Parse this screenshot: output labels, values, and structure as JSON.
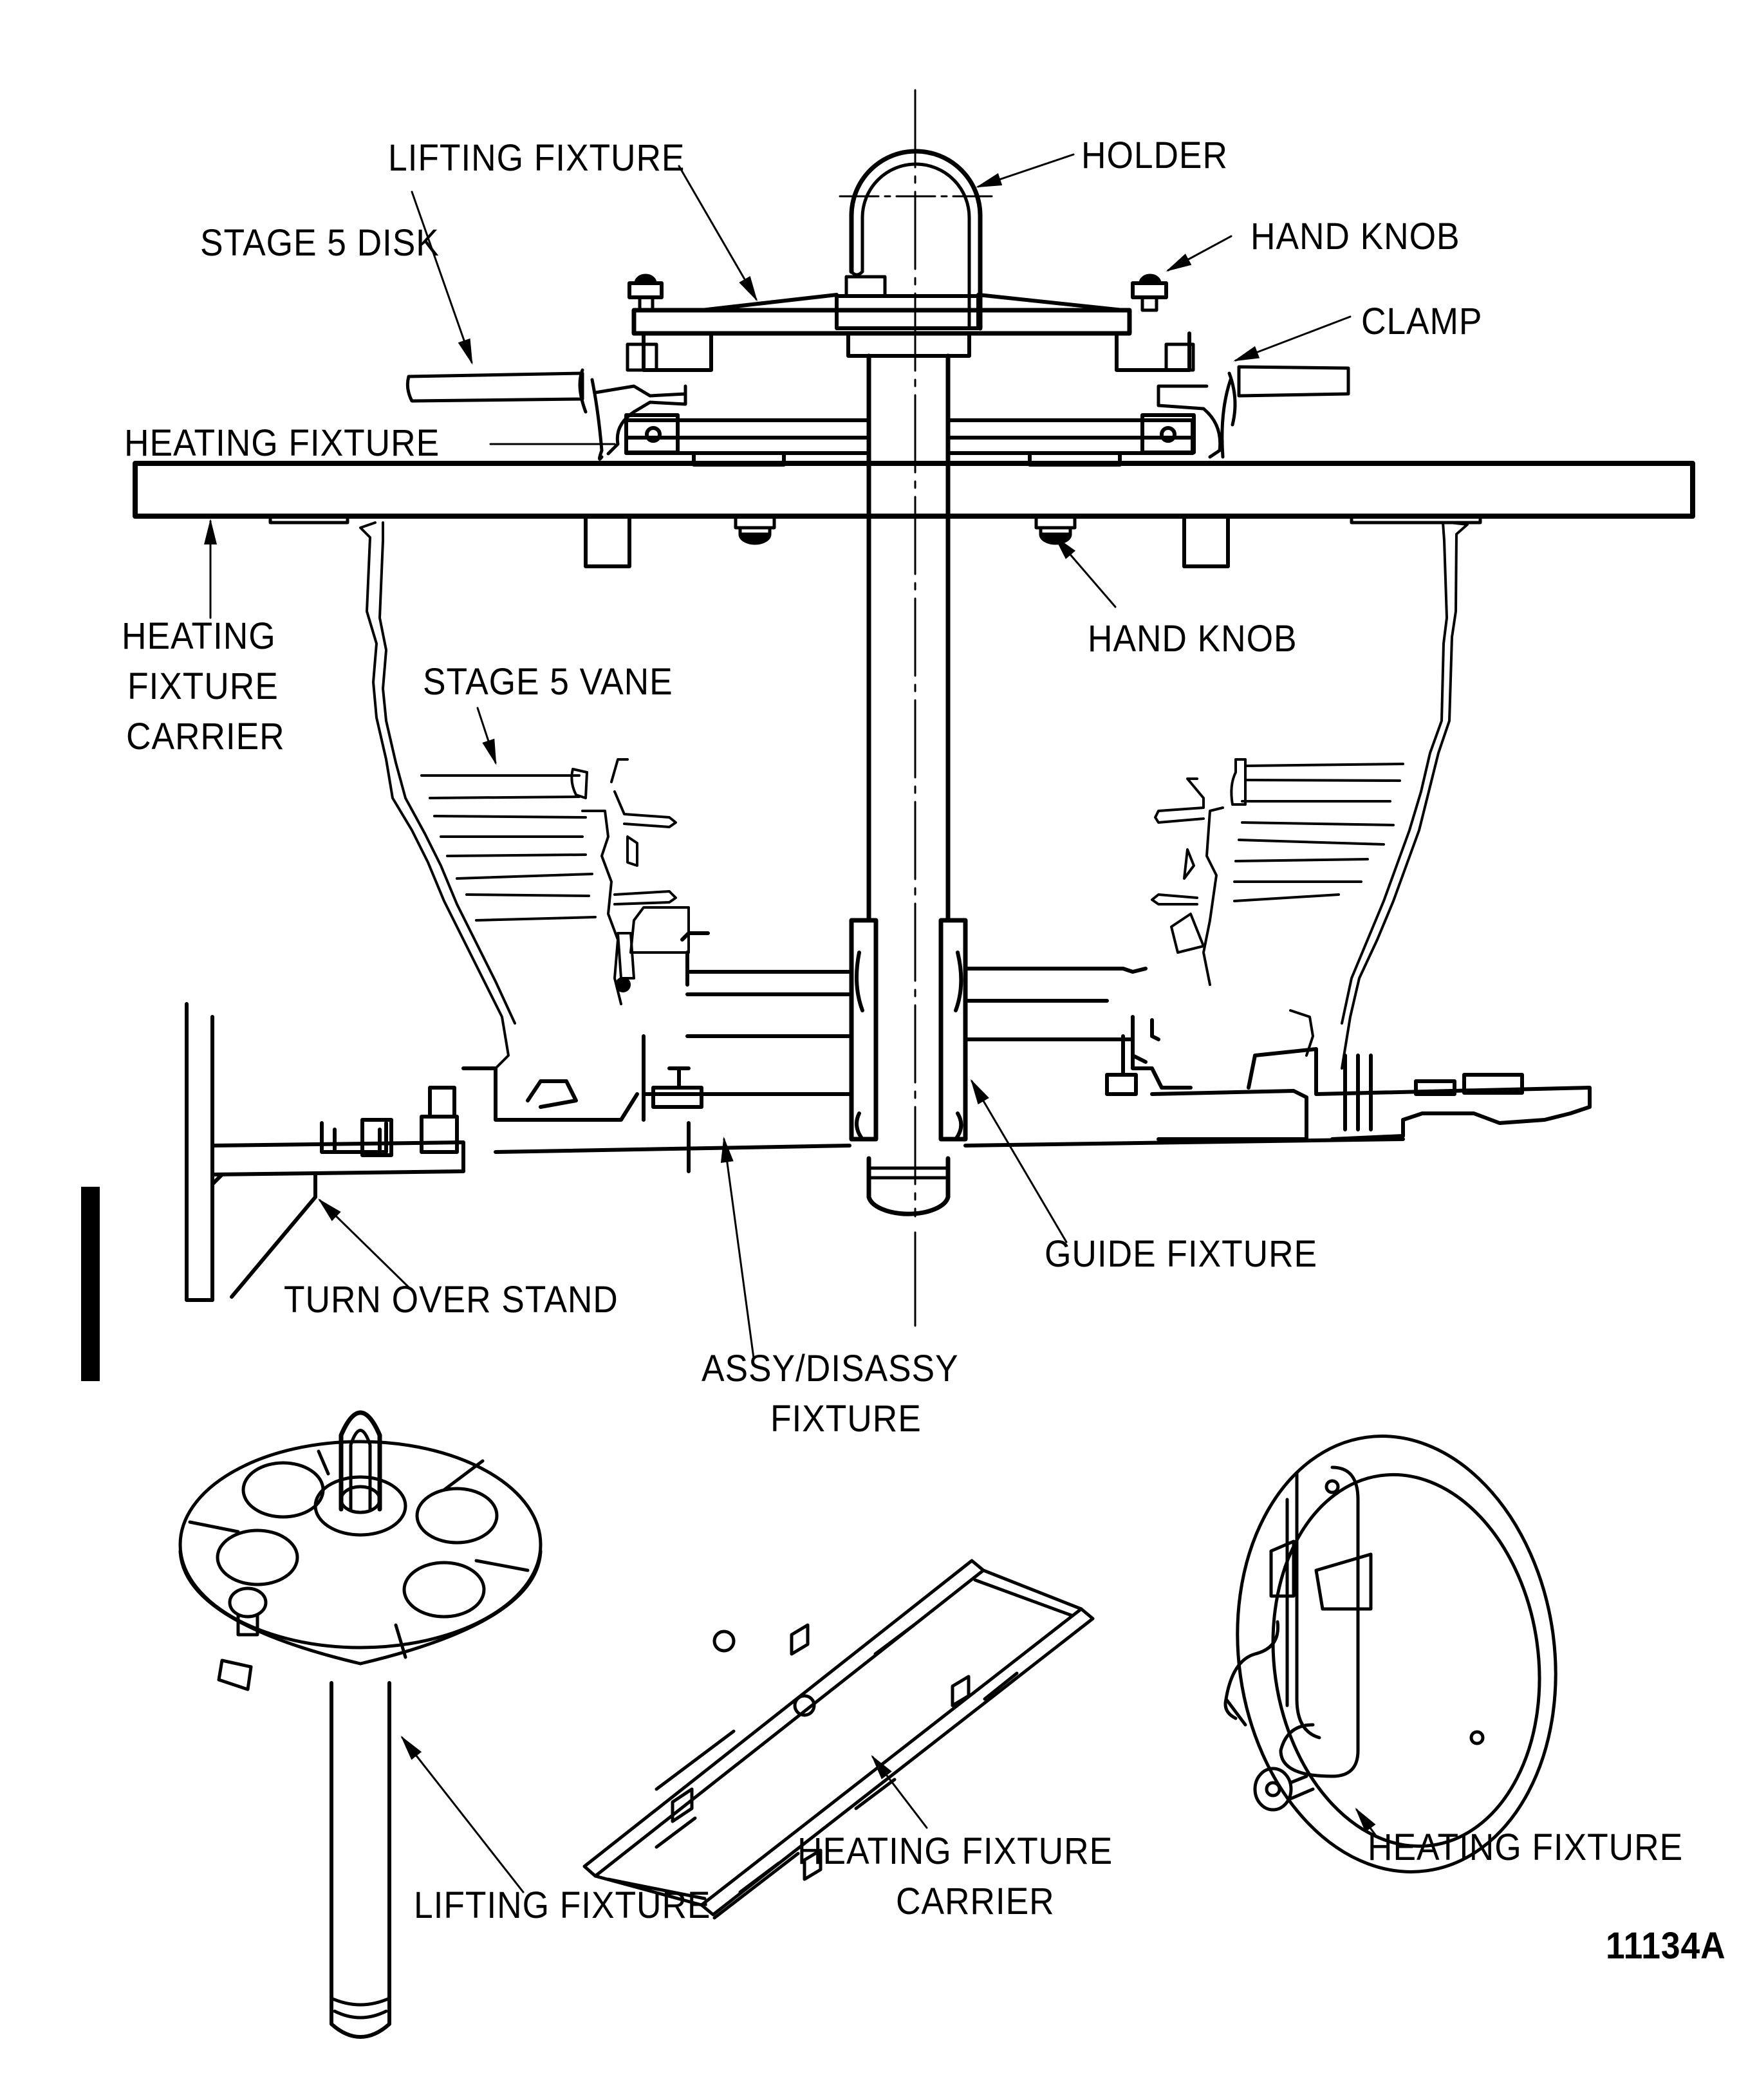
{
  "figure_id": "11134A",
  "labels": {
    "lifting_fixture_top": "LIFTING FIXTURE",
    "holder": "HOLDER",
    "stage5_disk": "STAGE 5 DISK",
    "hand_knob_top": "HAND KNOB",
    "clamp": "CLAMP",
    "heating_fixture_top": "HEATING FIXTURE",
    "heating_fixture_carrier_left": [
      "HEATING",
      "FIXTURE",
      "CARRIER"
    ],
    "hand_knob_mid": "HAND KNOB",
    "stage5_vane": "STAGE 5 VANE",
    "turn_over_stand": "TURN OVER STAND",
    "guide_fixture": "GUIDE FIXTURE",
    "assy_disassy_fixture": [
      "ASSY/DISASSY",
      "FIXTURE"
    ],
    "lifting_fixture_bottom": "LIFTING FIXTURE",
    "heating_fixture_carrier_bottom": [
      "HEATING FIXTURE",
      "CARRIER"
    ],
    "heating_fixture_bottom": "HEATING FIXTURE"
  },
  "colors": {
    "ink": "#000000",
    "paper": "#ffffff"
  }
}
